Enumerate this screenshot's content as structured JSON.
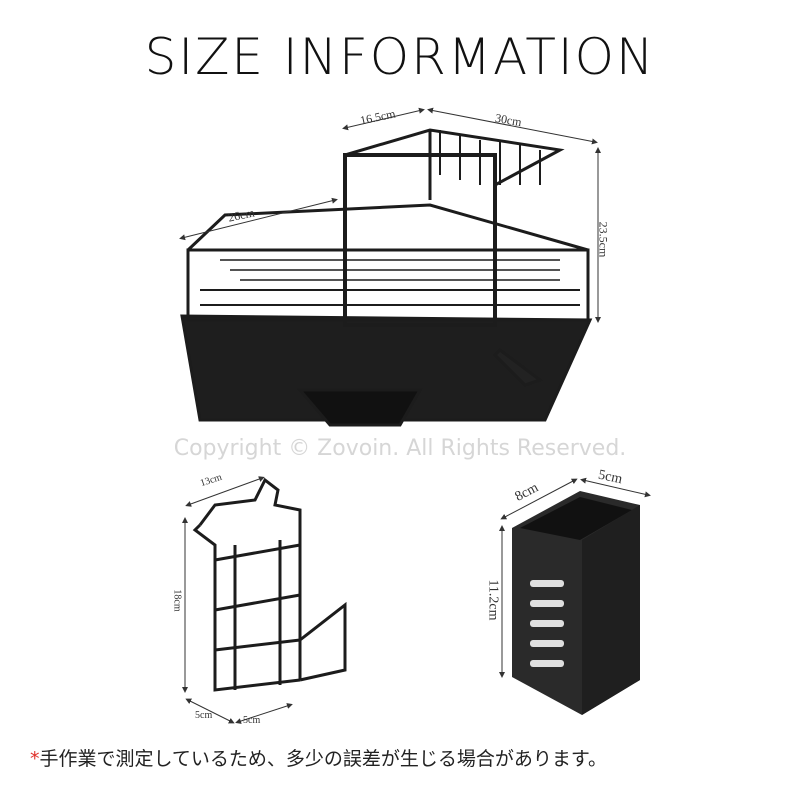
{
  "title": "SIZE INFORMATION",
  "main_rack": {
    "top_width": "16.5cm",
    "length": "30cm",
    "depth": "26cm",
    "height": "23.5cm"
  },
  "hanger": {
    "width": "13cm",
    "height": "18cm",
    "base_left": "5cm",
    "base_right": "5cm"
  },
  "cup": {
    "depth": "8cm",
    "width": "5cm",
    "height": "11.2cm"
  },
  "note": {
    "star": "*",
    "text": "手作業で測定しているため、多少の誤差が生じる場合があります。"
  },
  "watermark": "Copyright © Zovoin. All Rights Reserved."
}
